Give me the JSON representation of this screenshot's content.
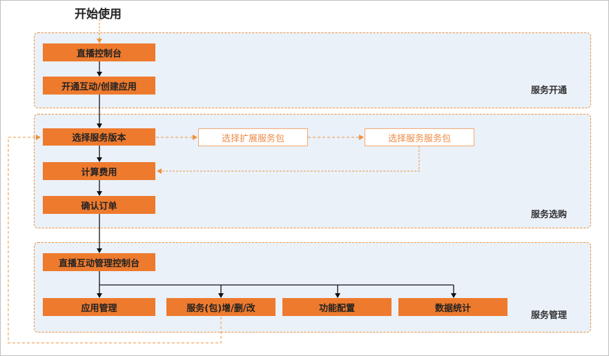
{
  "start_label": "开始使用",
  "groups": {
    "activation": "服务开通",
    "purchase": "服务选购",
    "management": "服务管理"
  },
  "steps": {
    "live_console": "直播控制台",
    "enable_interaction": "开通互动/创建应用",
    "choose_version": "选择服务版本",
    "choose_extension": "选择扩展服务包",
    "choose_service_pack": "选择服务服务包",
    "calculate_cost": "计算费用",
    "confirm_order": "确认订单",
    "interaction_console": "直播互动管理控制台",
    "app_management": "应用管理",
    "pack_crud": "服务(包)增/删/改",
    "feature_config": "功能配置",
    "data_stats": "数据统计"
  },
  "colors": {
    "accent": "#ee7a2e",
    "dashed_line": "#f0913a",
    "group_fill": "#eaf1f9"
  }
}
